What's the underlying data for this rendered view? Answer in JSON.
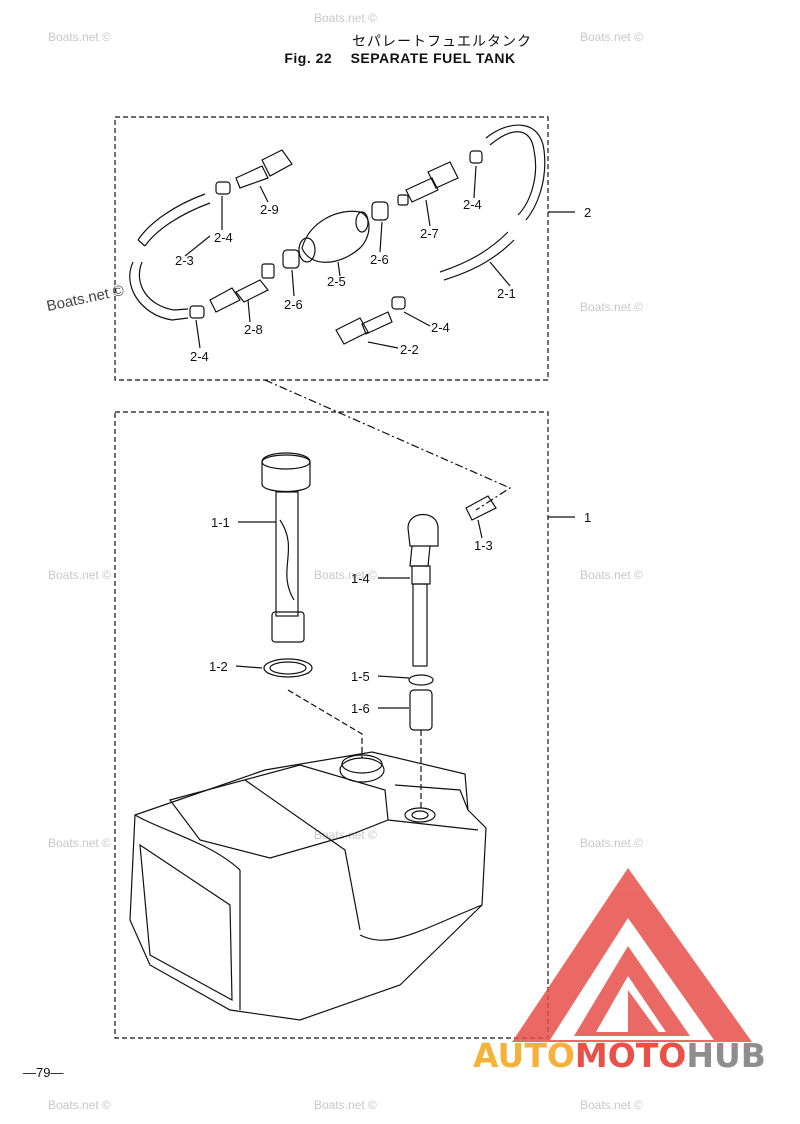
{
  "title": {
    "japanese": "セパレートフュエルタンク",
    "fig_number": "Fig. 22",
    "english": "SEPARATE FUEL TANK"
  },
  "callouts": {
    "group2": "2",
    "group1": "1",
    "c2_1": "2-1",
    "c2_2": "2-2",
    "c2_3": "2-3",
    "c2_4a": "2-4",
    "c2_4b": "2-4",
    "c2_4c": "2-4",
    "c2_4d": "2-4",
    "c2_5": "2-5",
    "c2_6a": "2-6",
    "c2_6b": "2-6",
    "c2_7": "2-7",
    "c2_8": "2-8",
    "c2_9": "2-9",
    "c1_1": "1-1",
    "c1_2": "1-2",
    "c1_3": "1-3",
    "c1_4": "1-4",
    "c1_5": "1-5",
    "c1_6": "1-6"
  },
  "watermark": "Boats.net ©",
  "page_number": "—79—",
  "brand": {
    "part1": "AUTO",
    "part2": "MOTO",
    "part3": "HUB",
    "colors": {
      "auto": "#f4b23a",
      "moto": "#e8504a",
      "hub": "#8e8e8e",
      "logo": "#e8504a"
    }
  }
}
